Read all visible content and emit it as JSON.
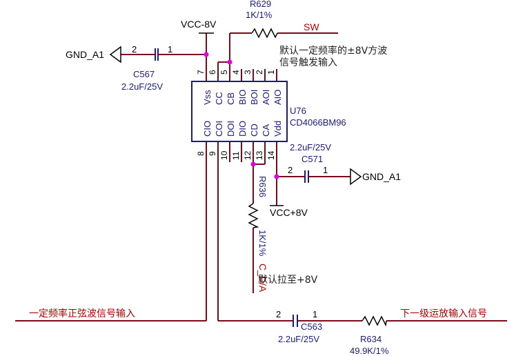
{
  "ic": {
    "ref": "U76",
    "part": "CD4066BM96",
    "top_pins": [
      {
        "name": "Vss",
        "num": "7"
      },
      {
        "name": "CC",
        "num": "6"
      },
      {
        "name": "CB",
        "num": "5"
      },
      {
        "name": "BIO",
        "num": "4"
      },
      {
        "name": "BOI",
        "num": "3"
      },
      {
        "name": "AOI",
        "num": "2"
      },
      {
        "name": "AIO",
        "num": "1"
      }
    ],
    "bottom_pins": [
      {
        "name": "CIO",
        "num": "8"
      },
      {
        "name": "COI",
        "num": "9"
      },
      {
        "name": "DOI",
        "num": "10"
      },
      {
        "name": "DIO",
        "num": "11"
      },
      {
        "name": "CD",
        "num": "12"
      },
      {
        "name": "CA",
        "num": "13"
      },
      {
        "name": "Vdd",
        "num": "14"
      }
    ]
  },
  "power": {
    "vcc_neg": "VCC-8V",
    "vcc_pos": "VCC+8V",
    "gnd_left": "GND_A1",
    "gnd_right": "GND_A1"
  },
  "components": {
    "r629": {
      "ref": "R629",
      "value": "1K/1%"
    },
    "c567": {
      "ref": "C567",
      "value": "2.2uF/25V",
      "pin_a": "2",
      "pin_b": "1"
    },
    "c571": {
      "ref": "C571",
      "value": "2.2uF/25V",
      "pin_a": "2",
      "pin_b": "1"
    },
    "r636": {
      "ref": "R636",
      "value": "1K/1%"
    },
    "c563": {
      "ref": "C563",
      "value": "2.2uF/25V",
      "pin_a": "2",
      "pin_b": "1"
    },
    "r634": {
      "ref": "R634",
      "value": "49.9K/1%"
    }
  },
  "nets": {
    "sw": "SW",
    "c_d_a": "C_D/A",
    "input_signal": "一定频率正弦波信号输入",
    "output_signal": "下一级运放输入信号"
  },
  "notes": {
    "default_freq_line1": "默认一定频率的±8V方波",
    "default_freq_line2": "信号触发输入",
    "default_pull": "默认拉至+8V"
  },
  "colors": {
    "wire": "#7a0a1a",
    "component": "#1a1a80",
    "net_label": "#b00000",
    "junction": "#e000e0"
  }
}
